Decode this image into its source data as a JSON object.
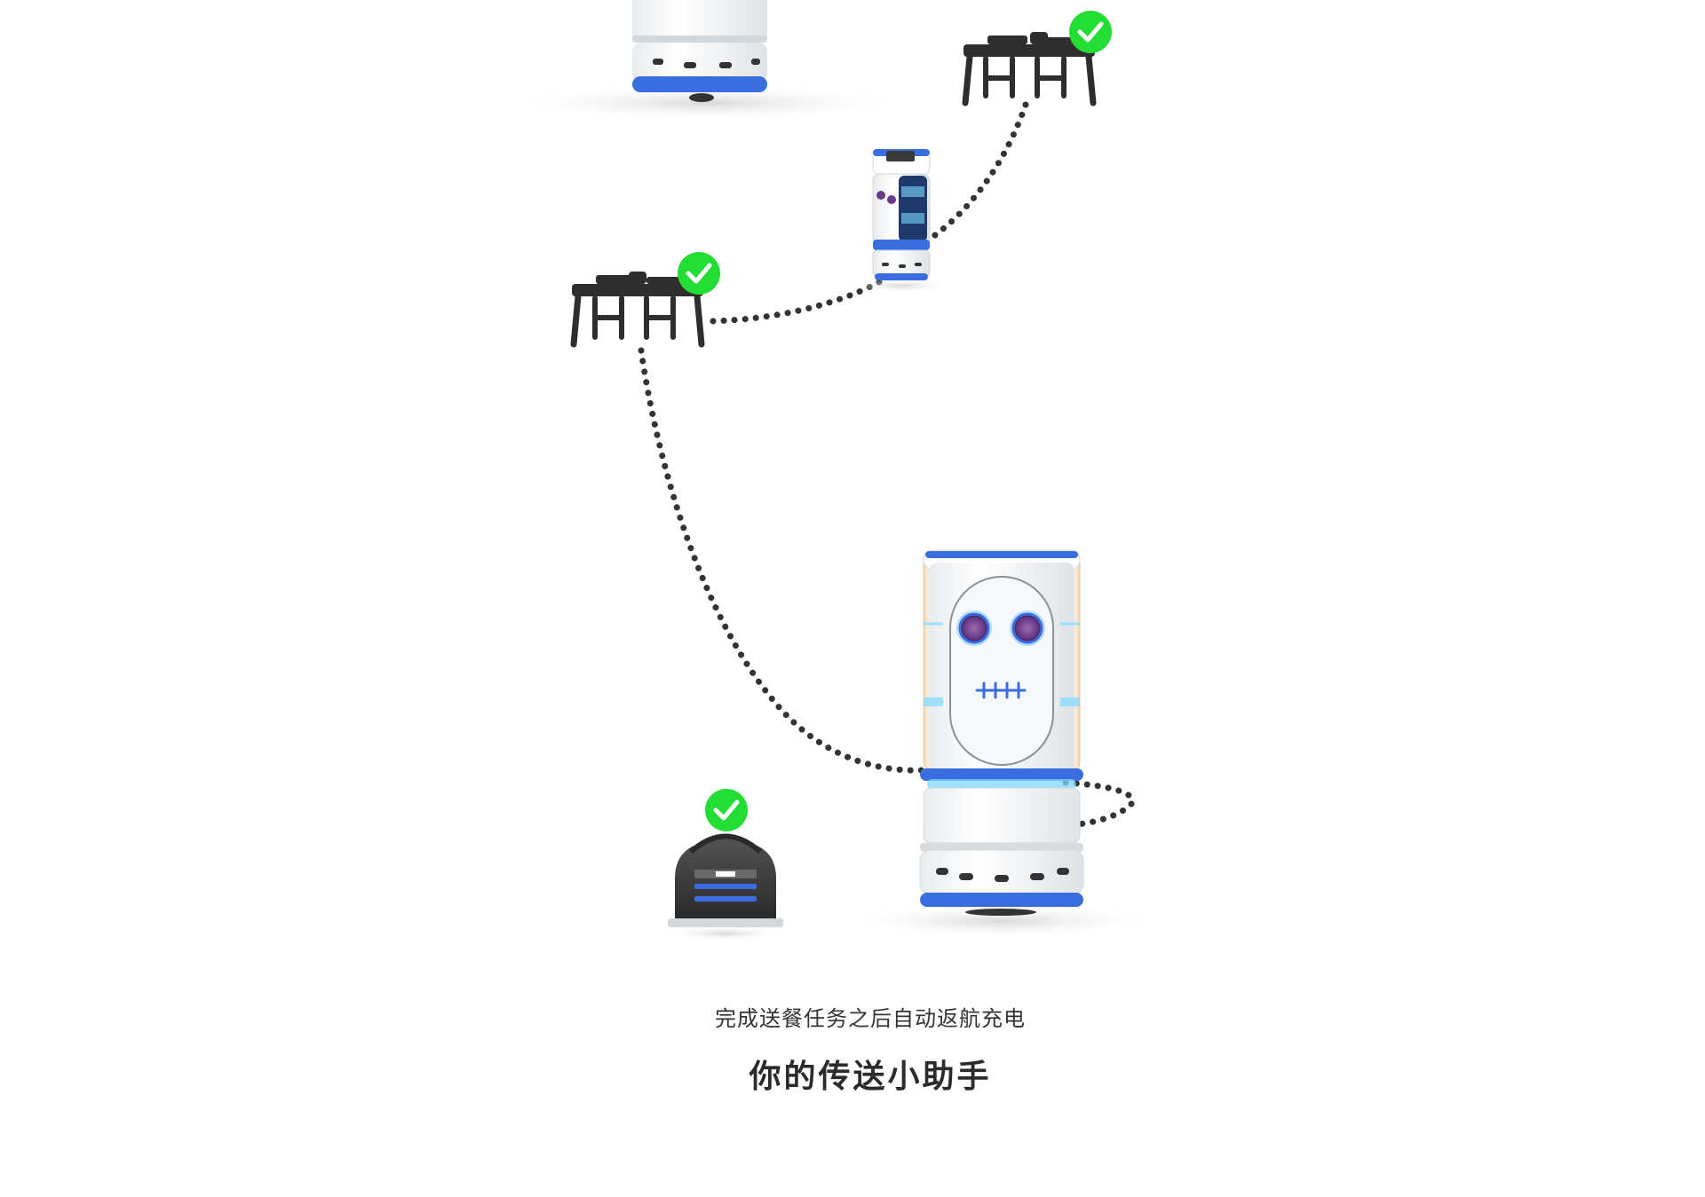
{
  "caption": {
    "subtitle": "完成送餐任务之后自动返航充电",
    "title": "你的传送小助手"
  },
  "icons": {
    "check": "check-circle-icon",
    "table": "dining-table-icon",
    "robot": "delivery-robot",
    "dock": "charging-dock"
  },
  "colors": {
    "check_green": "#22dd33",
    "robot_blue": "#3a6ee0",
    "robot_glow": "#7fd8ff",
    "eye_purple": "#6a3a8a",
    "path_dots": "#333333",
    "table_dark": "#2e2e2e",
    "dock_dark": "#3a3a3a"
  }
}
